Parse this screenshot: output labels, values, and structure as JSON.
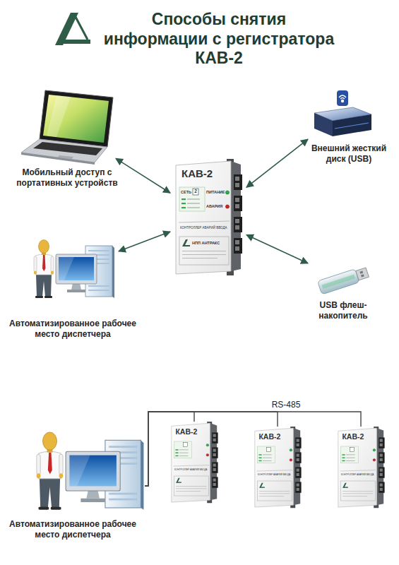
{
  "diagram": {
    "title": "Способы снятия информации с регистратора КАВ-2",
    "nodes": [
      {
        "text": [
          "Мобильный доступ с портативных устройств"
        ]
      },
      {
        "text": [
          "Внешний жесткий диск (USB)"
        ]
      },
      {
        "text": [
          "КАВ-2",
          "СЕТЬ",
          "2",
          "ПИТАНИЕ",
          "АВАРИЯ",
          "КОНТРОЛЛЕР АВАРИЙ ВВОДА",
          "НПП АНТРАКС"
        ]
      },
      {
        "text": [
          "Автоматизированное рабочее место диспетчера"
        ]
      },
      {
        "text": [
          "USB флеш-накопитель"
        ]
      },
      {
        "text": [
          "Автоматизированное рабочее место диспетчера"
        ]
      },
      {
        "text": [
          "КАВ-2",
          "КОНТРОЛЛЕР АВАРИЙ ВВОДА"
        ]
      },
      {
        "text": [
          "КАВ-2",
          "КОНТРОЛЛЕР АВАРИЙ ВВОДА"
        ]
      },
      {
        "text": [
          "КАВ-2",
          "КОНТРОЛЛЕР АВАРИЙ ВВОДА"
        ]
      }
    ],
    "edges": [
      {
        "from": 0,
        "to": 2,
        "arrow": "both"
      },
      {
        "from": 1,
        "to": 2,
        "arrow": "both"
      },
      {
        "from": 3,
        "to": 2,
        "arrow": "both"
      },
      {
        "from": 4,
        "to": 2,
        "arrow": "both"
      },
      {
        "from": 5,
        "to": 6,
        "arrow": "none"
      },
      {
        "from": 5,
        "to": 7,
        "arrow": "none"
      },
      {
        "from": 5,
        "to": 8,
        "arrow": "none"
      }
    ],
    "labels": [
      "RS-485"
    ]
  }
}
